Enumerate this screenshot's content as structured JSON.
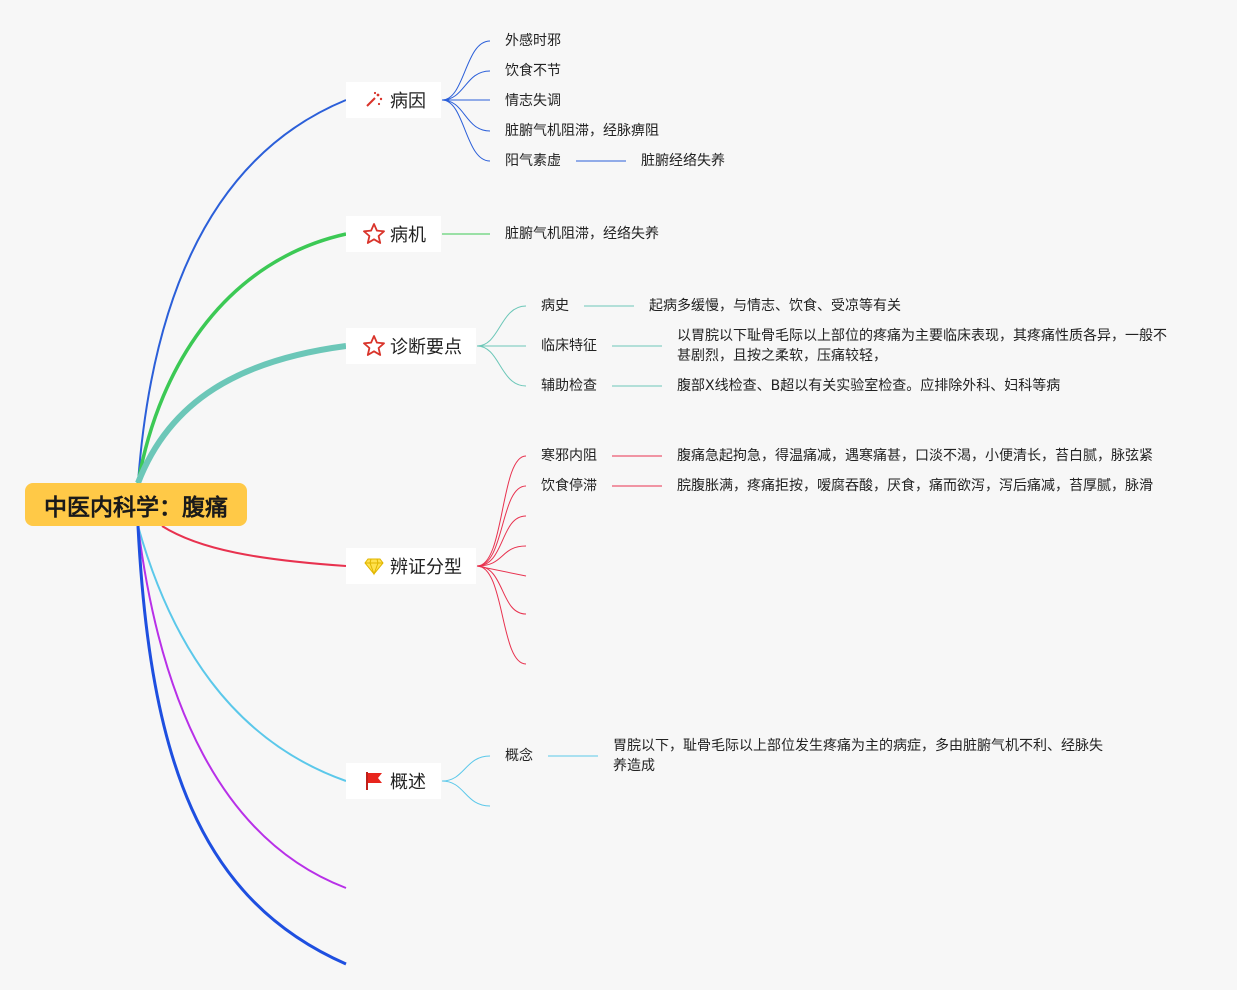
{
  "root": {
    "label": "中医内科学：腹痛"
  },
  "branches": {
    "bingyin": {
      "label": "病因",
      "icon": "wand-icon",
      "color": "#2b5fd9",
      "children": [
        "外感时邪",
        "饮食不节",
        "情志失调",
        "脏腑气机阻滞，经脉痹阻",
        "阳气素虚"
      ],
      "grandchild": "脏腑经络失养"
    },
    "bingji": {
      "label": "病机",
      "icon": "star-outline-icon",
      "color": "#3cc955",
      "children": [
        "脏腑气机阻滞，经络失养"
      ]
    },
    "zhenduan": {
      "label": "诊断要点",
      "icon": "star-outline-icon",
      "color": "#6cc7b8",
      "children": [
        {
          "label": "病史",
          "detail": "起病多缓慢，与情志、饮食、受凉等有关"
        },
        {
          "label": "临床特征",
          "detail": "以胃脘以下耻骨毛际以上部位的疼痛为主要临床表现，其疼痛性质各异，一般不甚剧烈，且按之柔软，压痛较轻，"
        },
        {
          "label": "辅助检查",
          "detail": "腹部X线检查、B超以有关实验室检查。应排除外科、妇科等病"
        }
      ]
    },
    "bianzheng": {
      "label": "辨证分型",
      "icon": "diamond-icon",
      "color": "#e8324f",
      "children": [
        {
          "label": "寒邪内阻",
          "detail": "腹痛急起拘急，得温痛减，遇寒痛甚，口淡不渴，小便清长，苔白腻，脉弦紧"
        },
        {
          "label": "饮食停滞",
          "detail": "脘腹胀满，疼痛拒按，嗳腐吞酸，厌食，痛而欲泻，泻后痛减，苔厚腻，脉滑"
        }
      ]
    },
    "gaishu": {
      "label": "概述",
      "icon": "red-flag-icon",
      "color": "#5bc8ea",
      "children": [
        {
          "label": "概念",
          "detail": "胃脘以下，耻骨毛际以上部位发生疼痛为主的病症，多由脏腑气机不利、经脉失养造成"
        }
      ]
    }
  },
  "extra_branch_colors": [
    "#b830e8",
    "#1e4fe0"
  ]
}
